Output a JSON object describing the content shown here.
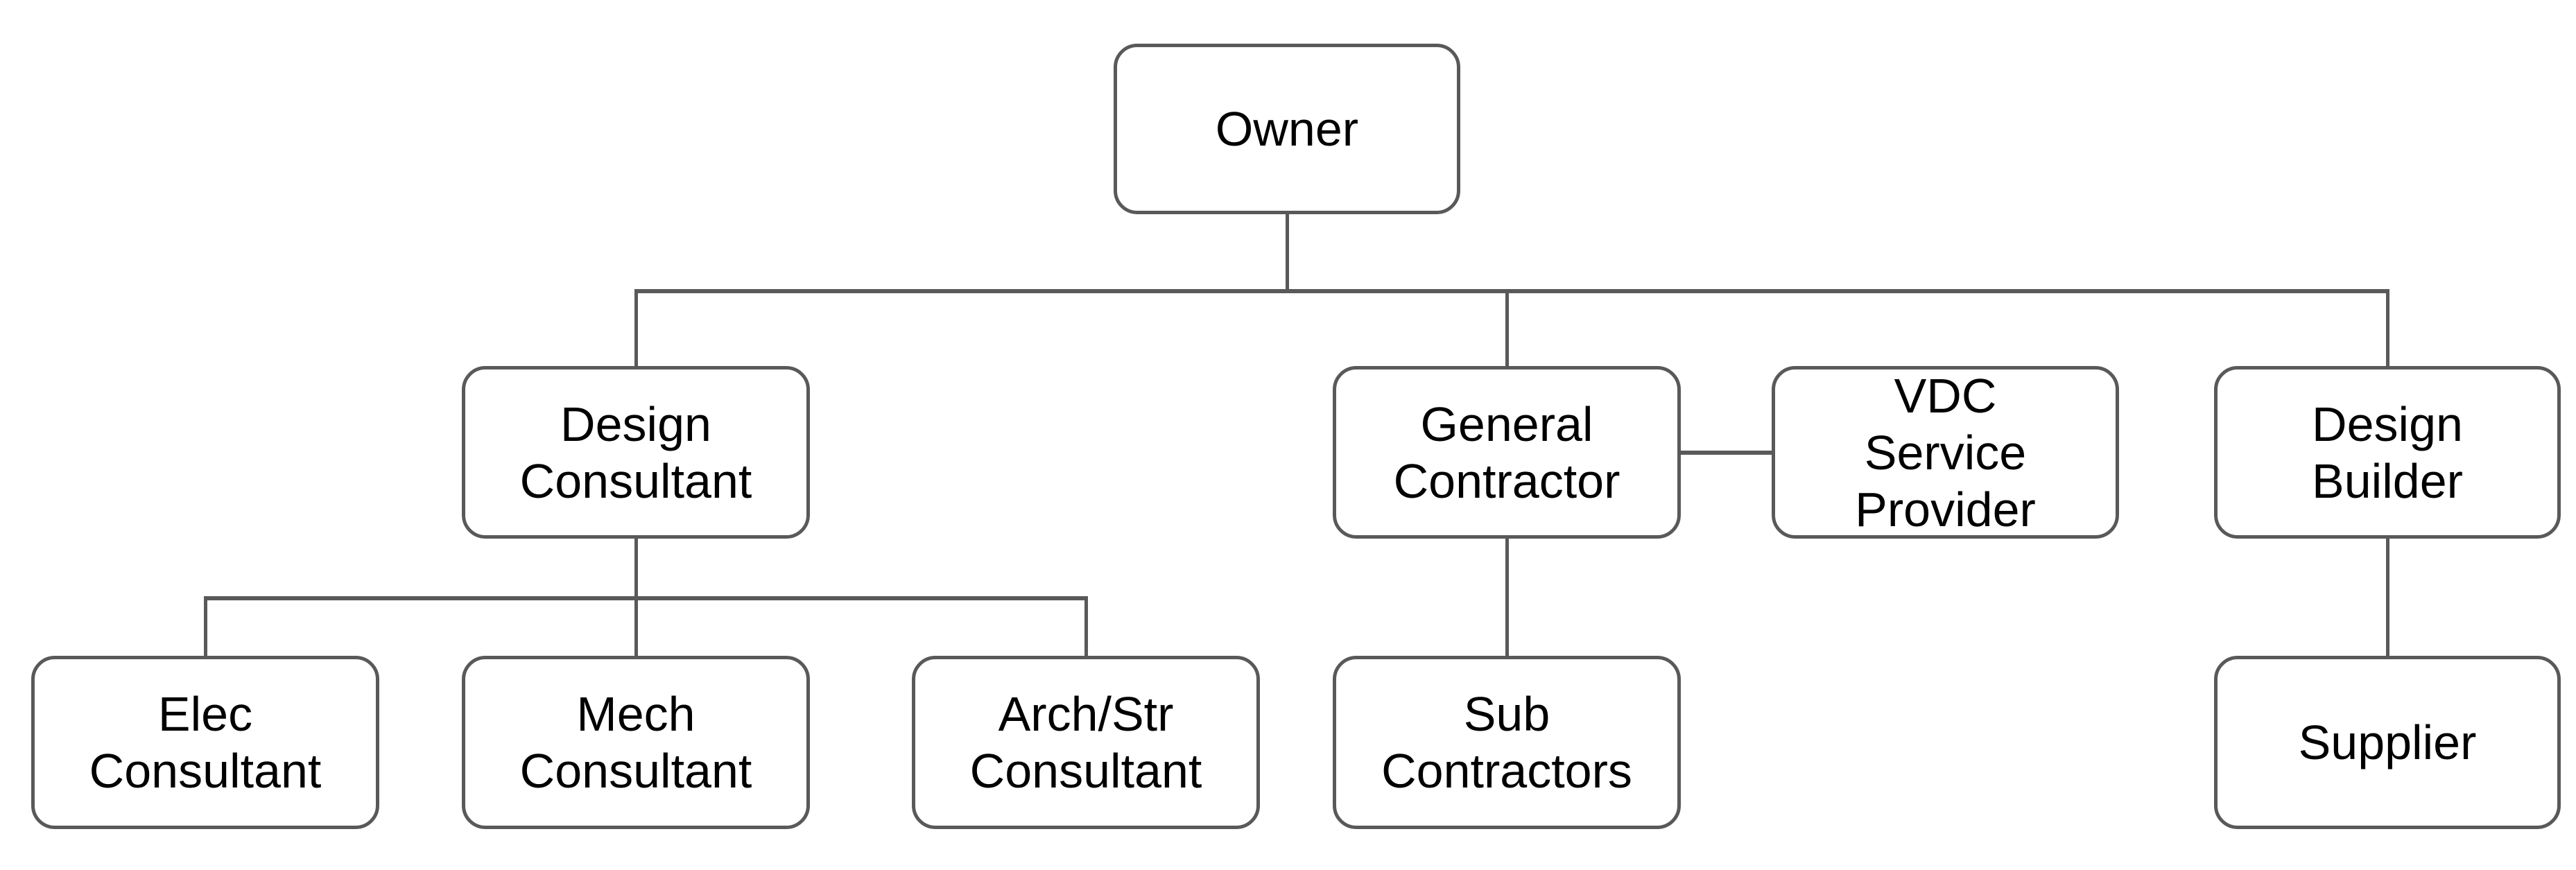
{
  "diagram": {
    "type": "org-chart",
    "background_color": "#ffffff",
    "line_color": "#595959",
    "text_color": "#000000",
    "node_fill_color": "#ffffff",
    "nodes": {
      "owner": {
        "label": "Owner"
      },
      "design_consultant": {
        "label": "Design\nConsultant"
      },
      "general_contractor": {
        "label": "General\nContractor"
      },
      "vdc_service_provider": {
        "label": "VDC\nService\nProvider"
      },
      "design_builder": {
        "label": "Design\nBuilder"
      },
      "elec_consultant": {
        "label": "Elec\nConsultant"
      },
      "mech_consultant": {
        "label": "Mech\nConsultant"
      },
      "arch_str_consultant": {
        "label": "Arch/Str\nConsultant"
      },
      "sub_contractors": {
        "label": "Sub\nContractors"
      },
      "supplier": {
        "label": "Supplier"
      }
    },
    "edges": [
      {
        "from": "owner",
        "to": "design_consultant"
      },
      {
        "from": "owner",
        "to": "general_contractor"
      },
      {
        "from": "owner",
        "to": "design_builder"
      },
      {
        "from": "general_contractor",
        "to": "vdc_service_provider",
        "style": "lateral"
      },
      {
        "from": "design_consultant",
        "to": "elec_consultant"
      },
      {
        "from": "design_consultant",
        "to": "mech_consultant"
      },
      {
        "from": "design_consultant",
        "to": "arch_str_consultant"
      },
      {
        "from": "general_contractor",
        "to": "sub_contractors"
      },
      {
        "from": "design_builder",
        "to": "supplier"
      }
    ]
  }
}
